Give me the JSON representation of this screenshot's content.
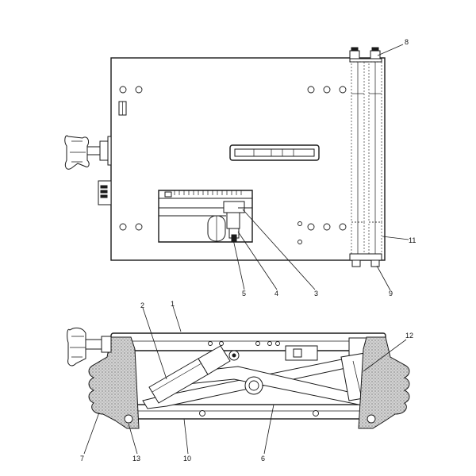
{
  "callouts": {
    "c1": "1",
    "c2": "2",
    "c3": "3",
    "c4": "4",
    "c5": "5",
    "c6": "6",
    "c7": "7",
    "c8": "8",
    "c9": "9",
    "c10": "10",
    "c11": "11",
    "c12": "12",
    "c13": "13"
  },
  "colors": {
    "line": "#1a1a1a",
    "foam": "#bdbdbd",
    "background": "#ffffff"
  }
}
